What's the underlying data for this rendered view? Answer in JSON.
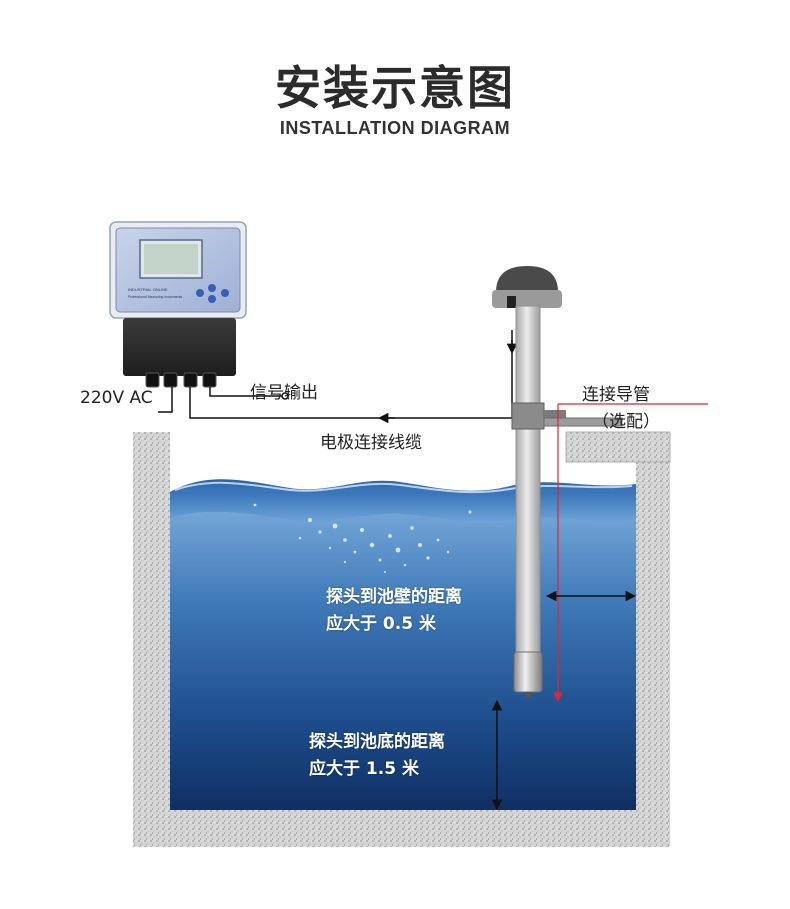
{
  "header": {
    "title": "安装示意图",
    "subtitle": "INSTALLATION DIAGRAM"
  },
  "controller": {
    "brand_line": "INDUSTRIAL ONLINE",
    "sub_line": "Professional Measuring Instruments"
  },
  "labels": {
    "power": "220V AC",
    "signal_output": "信号输出",
    "electrode_cable": "电极连接线缆",
    "conduit": "连接导管",
    "conduit_optional": "（选配）",
    "wall_distance_line1": "探头到池壁的距离",
    "wall_distance_line2": "应大于 0.5 米",
    "bottom_distance_line1": "探头到池底的距离",
    "bottom_distance_line2": "应大于 1.5 米"
  },
  "colors": {
    "water_top": "#6fa2d6",
    "water_bottom": "#0f2f63",
    "concrete": "#d9d9d9",
    "guide_line": "#e8232a",
    "probe_body": "#c8c8c8"
  }
}
